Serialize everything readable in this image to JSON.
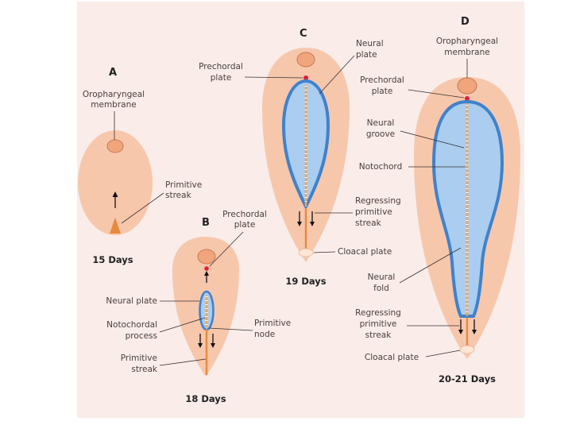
{
  "stages": {
    "a": {
      "letter": "A",
      "days": "15 Days",
      "labels": {
        "oropharyngeal_1": "Oropharyngeal",
        "oropharyngeal_2": "membrane",
        "primitive_streak_1": "Primitive",
        "primitive_streak_2": "streak"
      }
    },
    "b": {
      "letter": "B",
      "days": "18 Days",
      "labels": {
        "prechordal_1": "Prechordal",
        "prechordal_2": "plate",
        "neural_plate": "Neural plate",
        "notochordal_1": "Notochordal",
        "notochordal_2": "process",
        "primitive_node_1": "Primitive",
        "primitive_node_2": "node",
        "primitive_streak_1": "Primitive",
        "primitive_streak_2": "streak"
      }
    },
    "c": {
      "letter": "C",
      "days": "19 Days",
      "labels": {
        "prechordal_1": "Prechordal",
        "prechordal_2": "plate",
        "neural_plate_1": "Neural",
        "neural_plate_2": "plate",
        "regressing_1": "Regressing",
        "regressing_2": "primitive",
        "regressing_3": "streak",
        "cloacal": "Cloacal plate"
      }
    },
    "d": {
      "letter": "D",
      "days": "20-21 Days",
      "labels": {
        "oropharyngeal_1": "Oropharyngeal",
        "oropharyngeal_2": "membrane",
        "prechordal_1": "Prechordal",
        "prechordal_2": "plate",
        "neural_groove_1": "Neural",
        "neural_groove_2": "groove",
        "notochord": "Notochord",
        "neural_fold_1": "Neural",
        "neural_fold_2": "fold",
        "regressing_1": "Regressing",
        "regressing_2": "primitive",
        "regressing_3": "streak",
        "cloacal": "Cloacal plate"
      }
    }
  },
  "colors": {
    "panel_background": "#f9ece9",
    "embryo": "#f7c7ac",
    "membrane": "#f0a57d",
    "neural_tissue": "#aacdf0",
    "neural_edge": "#3f82cc",
    "notochord": "#f2a24f",
    "prechordal_plate": "#e01e39"
  }
}
